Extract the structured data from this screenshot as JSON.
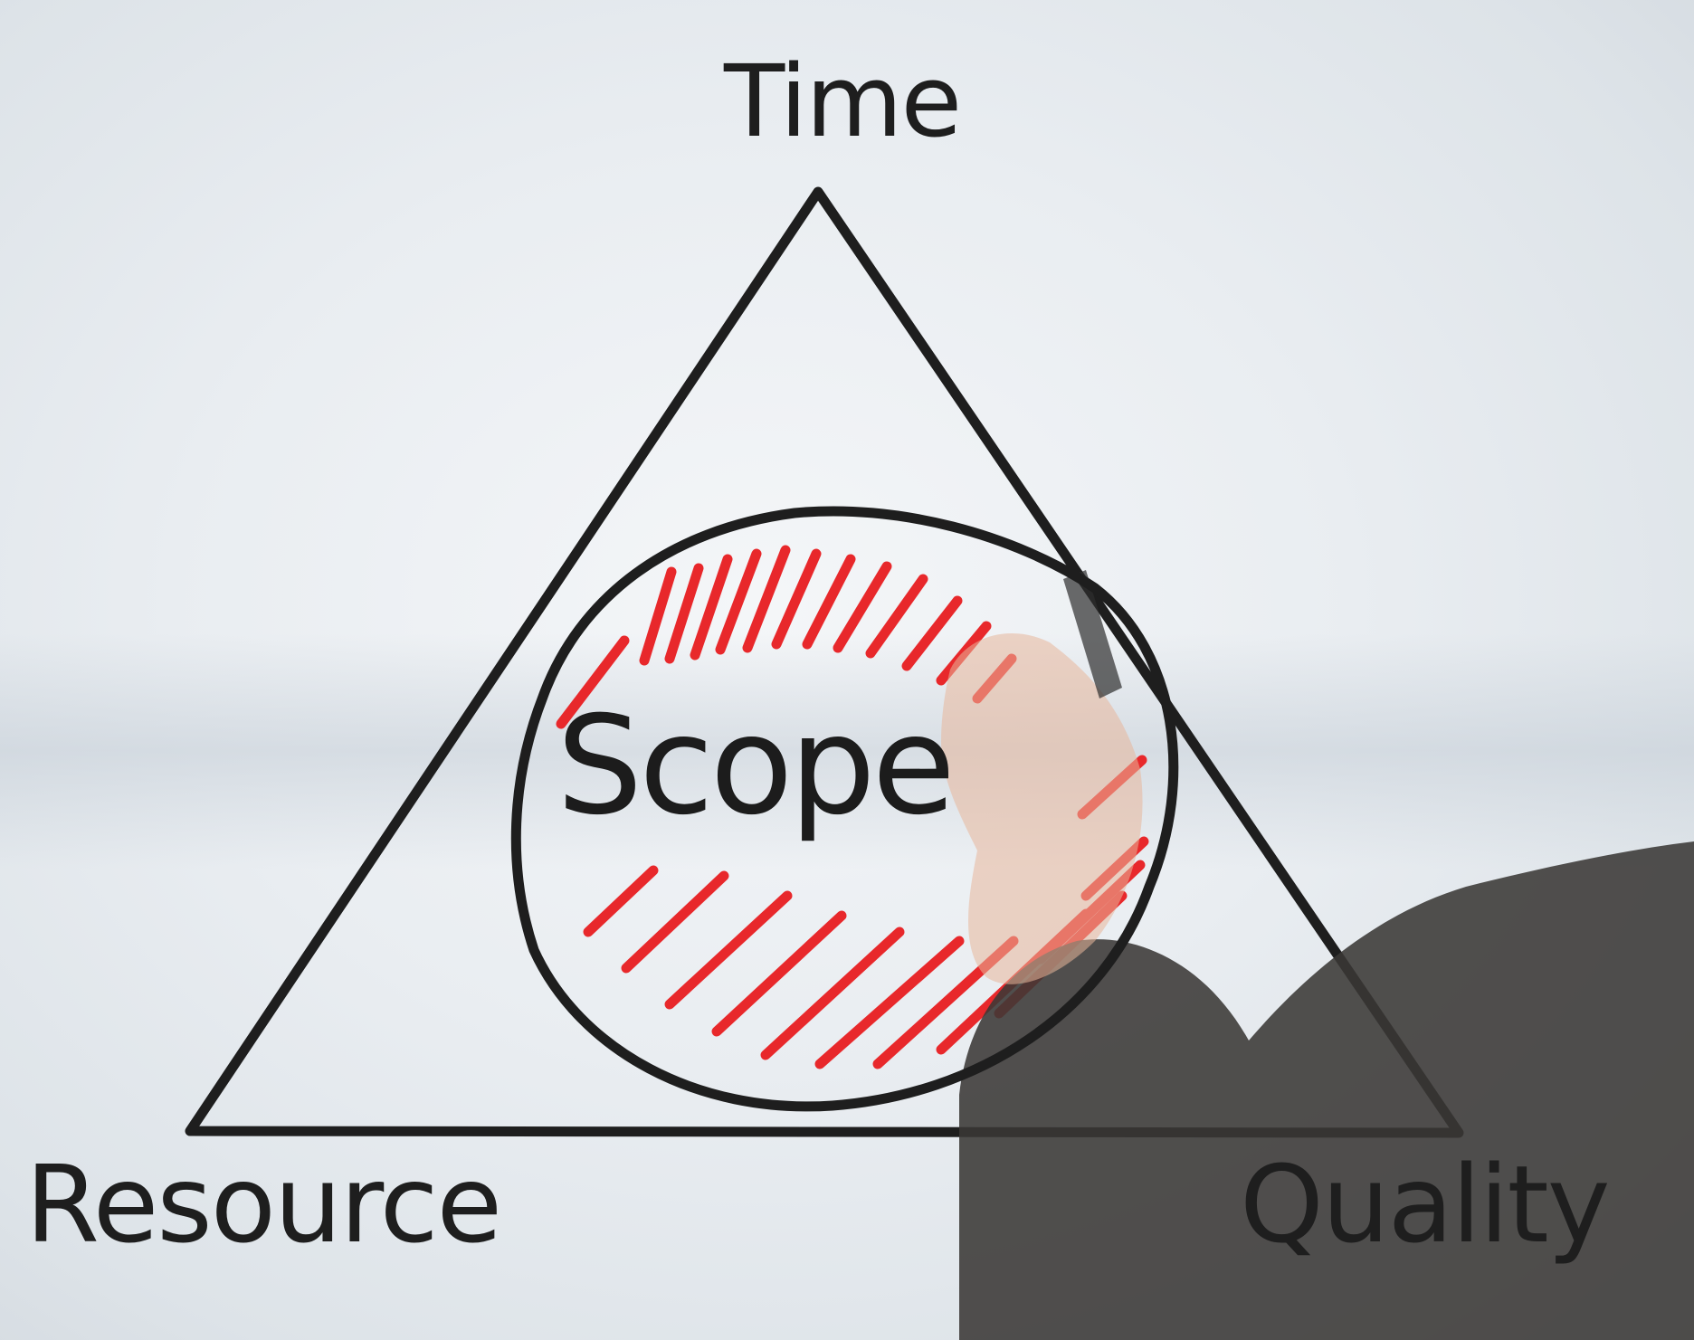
{
  "labels": {
    "top": "Time",
    "bottom_left": "Resource",
    "bottom_right": "Quality",
    "center": "Scope"
  },
  "colors": {
    "background": "#e9edf1",
    "outline": "#1e1e1e",
    "hatching": "#e8282b",
    "sleeve": "#3a3835",
    "skin": "#e7b79b"
  },
  "icons": {
    "hand": "hand-with-marker-icon"
  }
}
